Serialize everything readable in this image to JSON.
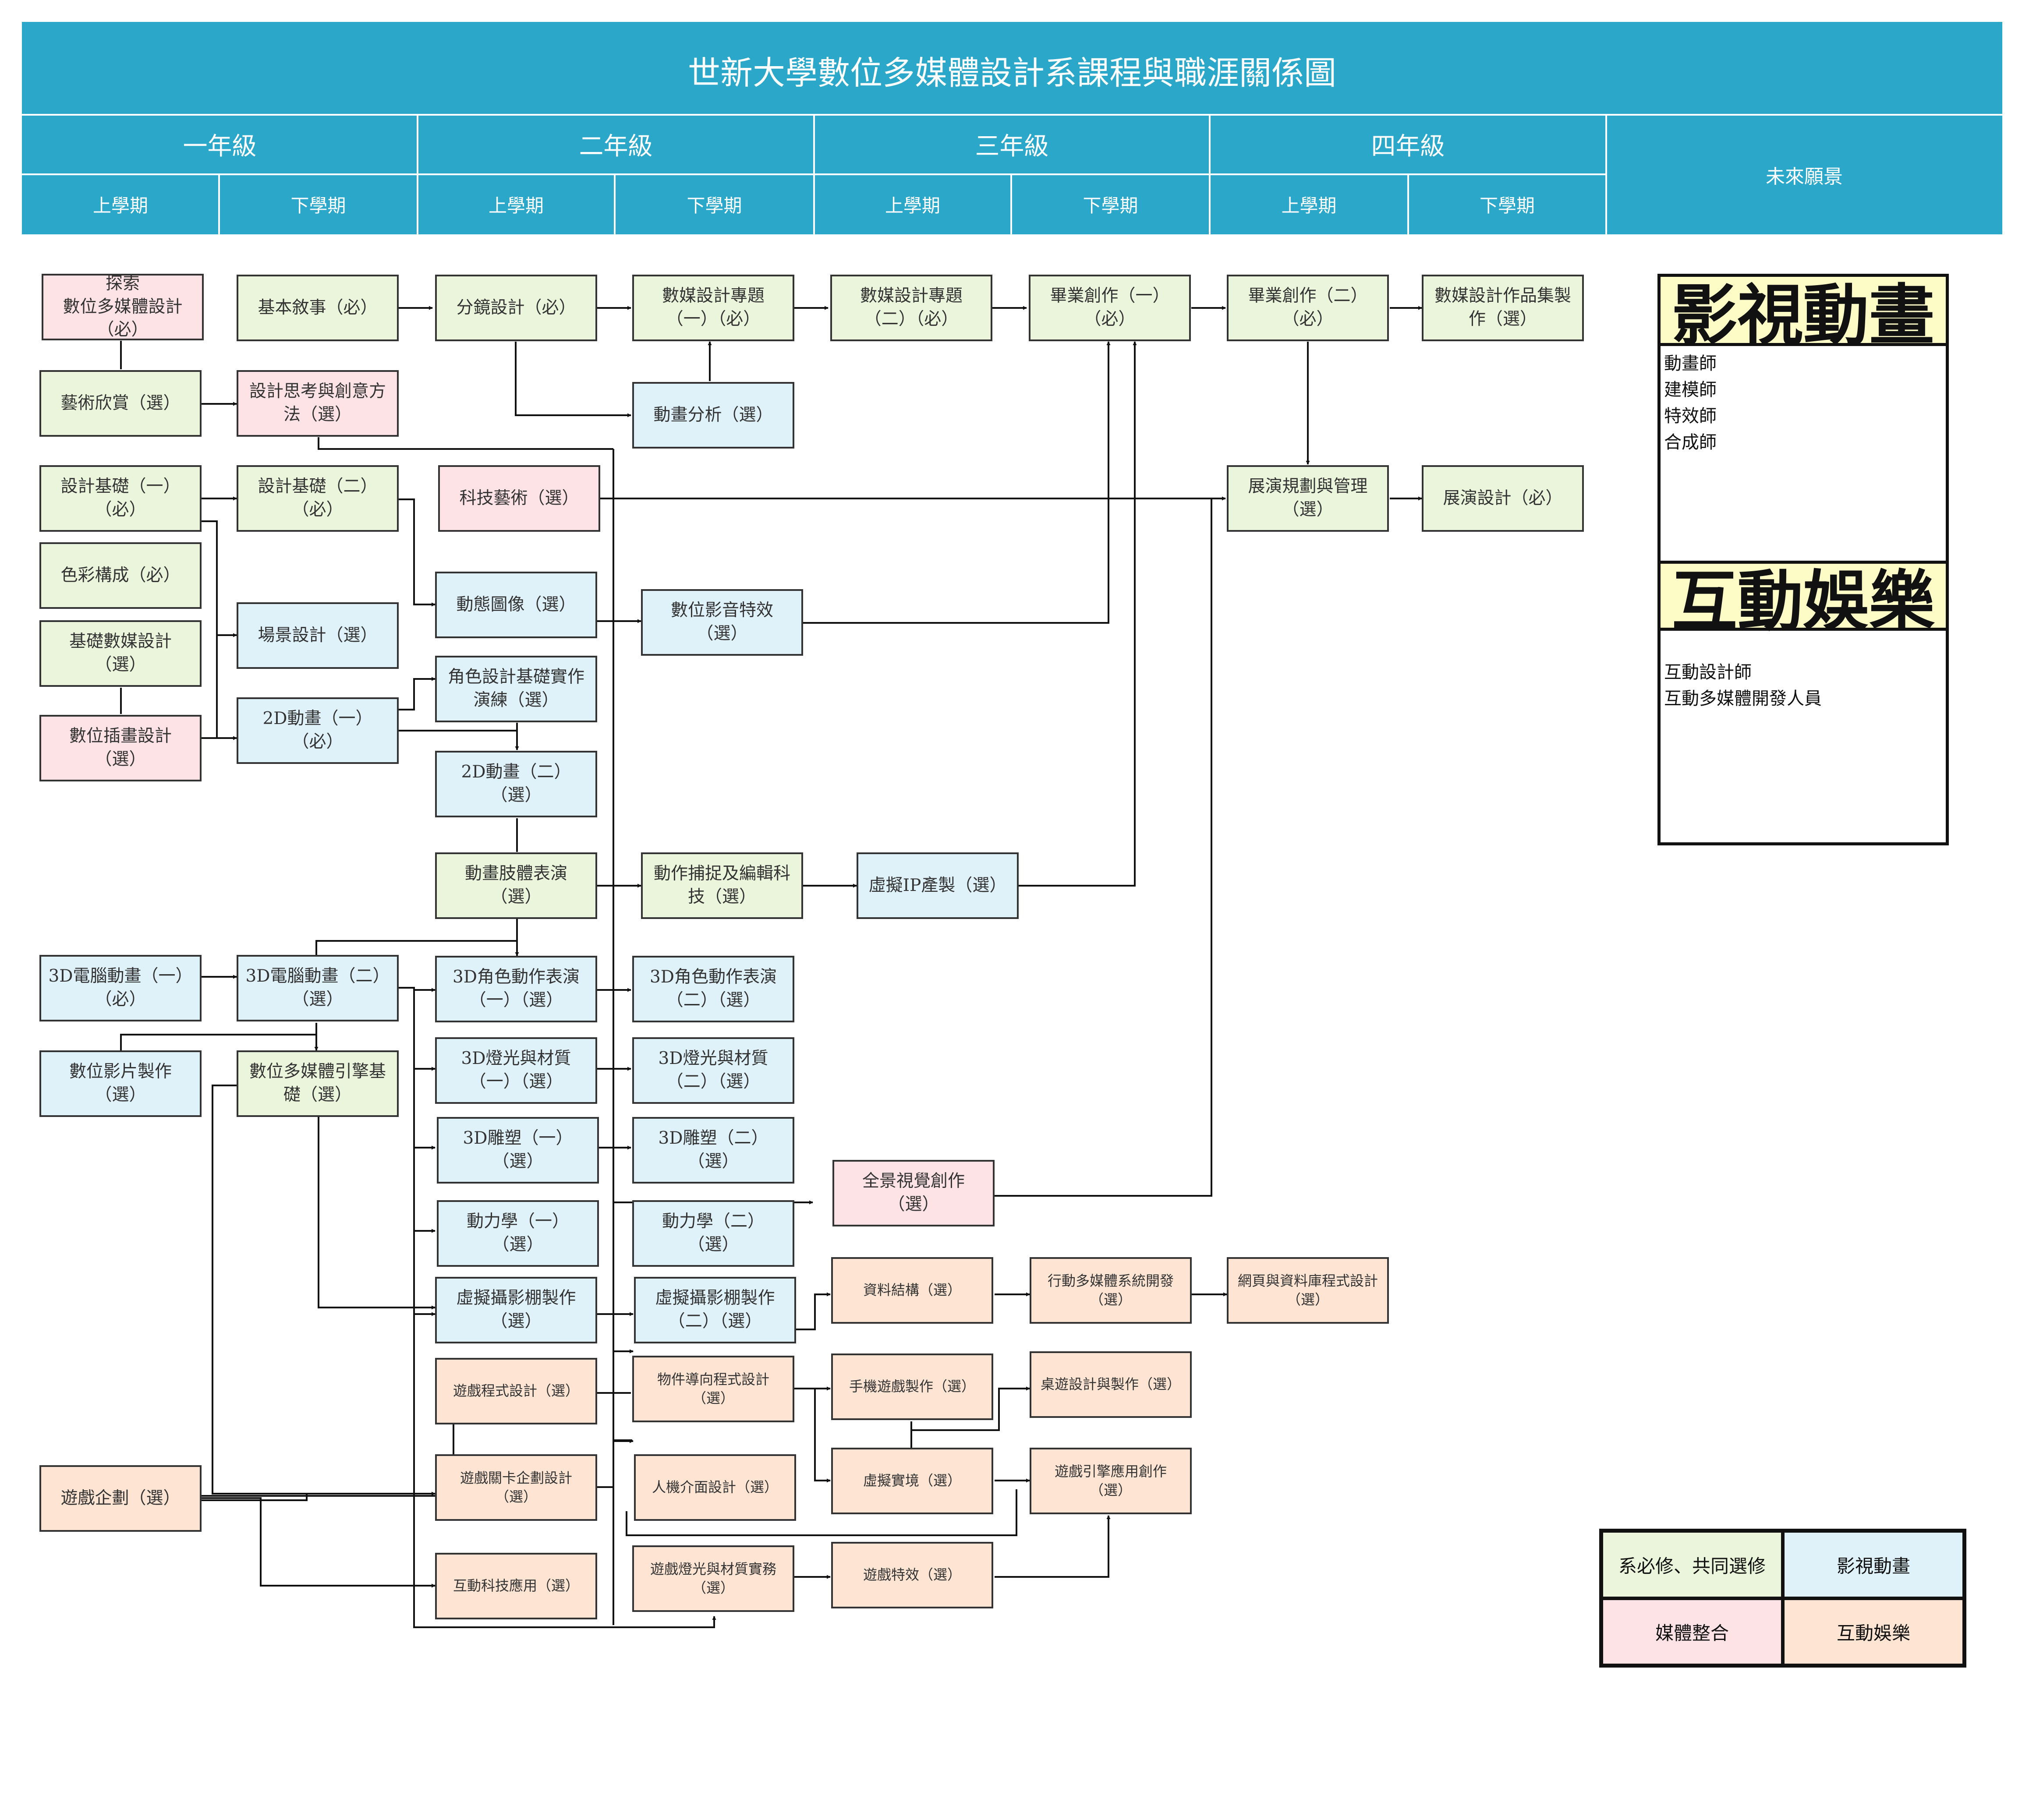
{
  "title": "世新大學數位多媒體設計系課程與職涯關係圖",
  "years": [
    "一年級",
    "二年級",
    "三年級",
    "四年級"
  ],
  "semester_upper": "上學期",
  "semester_lower": "下學期",
  "future_label": "未來願景",
  "colors": {
    "header": "#2ba7c9",
    "common": "#ebf5db",
    "animation": "#dff2f9",
    "media": "#fde2e6",
    "interactive": "#fde4d3"
  },
  "courses": {
    "explore": "探索\n數位多媒體設計\n（必）",
    "art_appreciation": "藝術欣賞（選）",
    "design_basic_1": "設計基礎（一）\n（必）",
    "color": "色彩構成（必）",
    "basic_media": "基礎數媒設計\n（選）",
    "digital_illustration": "數位插畫設計\n（選）",
    "cg3d_1": "3D電腦動畫（一）\n（必）",
    "digital_film": "數位影片製作\n（選）",
    "game_planning": "遊戲企劃（選）",
    "basic_narrative": "基本敘事（必）",
    "design_thinking": "設計思考與創意方\n法（選）",
    "design_basic_2": "設計基礎（二）\n（必）",
    "scene_design": "場景設計（選）",
    "anim2d_1": "2D動畫（一）\n（必）",
    "cg3d_2": "3D電腦動畫（二）\n（選）",
    "engine_basic": "數位多媒體引擎基\n礎（選）",
    "storyboard": "分鏡設計（必）",
    "tech_art": "科技藝術（選）",
    "motion_graphics": "動態圖像（選）",
    "char_design": "角色設計基礎實作\n演練（選）",
    "anim2d_2": "2D動畫（二）\n（選）",
    "body_performance": "動畫肢體表演\n（選）",
    "char3d_1": "3D角色動作表演\n（一）（選）",
    "light3d_1": "3D燈光與材質\n（一）（選）",
    "sculpt3d_1": "3D雕塑（一）\n（選）",
    "dynamics_1": "動力學（一）\n（選）",
    "virtual_studio_1": "虛擬攝影棚製作\n（選）",
    "game_programming": "遊戲程式設計（選）",
    "level_design": "遊戲關卡企劃設計\n（選）",
    "interactive_tech": "互動科技應用（選）",
    "project_1": "數媒設計專題\n（一）（必）",
    "anim_analysis": "動畫分析（選）",
    "av_effects": "數位影音特效\n（選）",
    "mocap": "動作捕捉及編輯科\n技（選）",
    "char3d_2": "3D角色動作表演\n（二）（選）",
    "light3d_2": "3D燈光與材質\n（二）（選）",
    "sculpt3d_2": "3D雕塑（二）\n（選）",
    "dynamics_2": "動力學（二）\n（選）",
    "virtual_studio_2": "虛擬攝影棚製作\n（二）（選）",
    "oop": "物件導向程式設計\n（選）",
    "hci": "人機介面設計（選）",
    "game_lighting": "遊戲燈光與材質實務\n（選）",
    "project_2": "數媒設計專題\n（二）（必）",
    "virtual_ip": "虛擬IP產製（選）",
    "panorama": "全景視覺創作\n（選）",
    "data_structure": "資料結構（選）",
    "mobile_game": "手機遊戲製作（選）",
    "vr": "虛擬實境（選）",
    "game_vfx": "遊戲特效（選）",
    "grad_1": "畢業創作（一）\n（必）",
    "mobile_media": "行動多媒體系統開發\n（選）",
    "board_game": "桌遊設計與製作（選）",
    "engine_app": "遊戲引擎應用創作\n（選）",
    "grad_2": "畢業創作（二）\n（必）",
    "exhibition_mgmt": "展演規劃與管理\n（選）",
    "web_db": "網頁與資料庫程式設計\n（選）",
    "portfolio": "數媒設計作品集製\n作（選）",
    "exhibition_design": "展演設計（必）"
  },
  "careers": {
    "film_animation": {
      "title": "影視動畫",
      "jobs": "動畫師\n建模師\n特效師\n合成師"
    },
    "interactive_entertainment": {
      "title": "互動娛樂",
      "jobs": "互動設計師\n互動多媒體開發人員"
    }
  },
  "legend": {
    "common": "系必修、共同選修",
    "animation": "影視動畫",
    "media": "媒體整合",
    "interactive": "互動娛樂"
  }
}
